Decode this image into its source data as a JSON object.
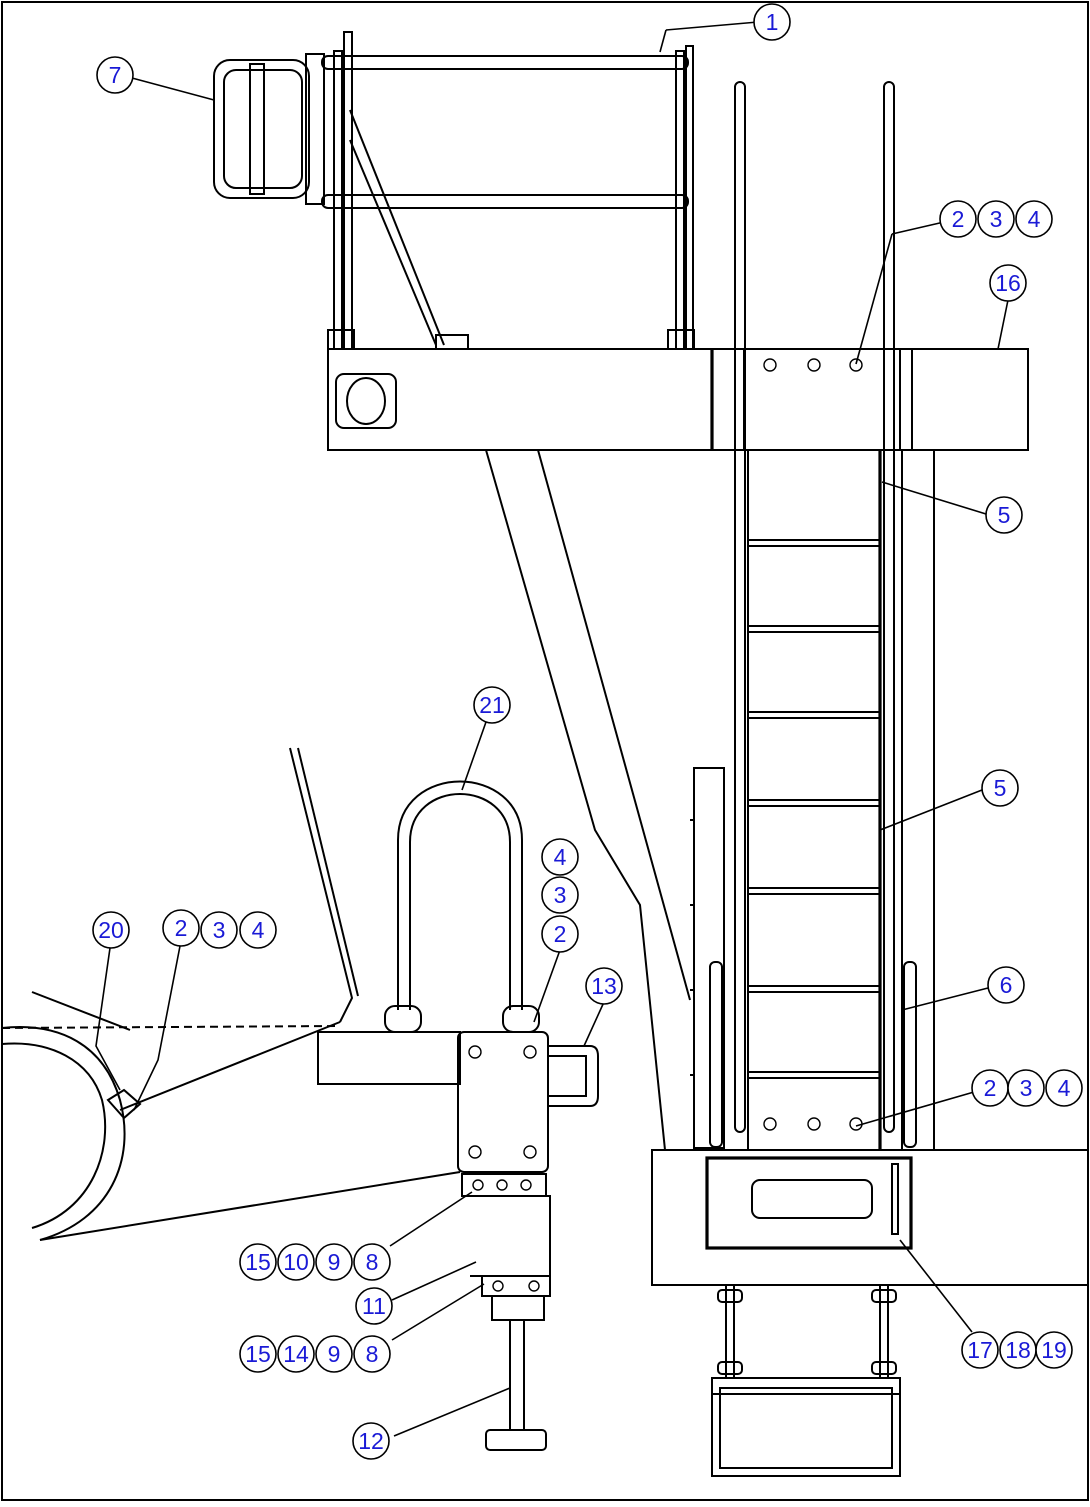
{
  "diagram": {
    "callouts": [
      "1",
      "2",
      "3",
      "4",
      "5",
      "6",
      "7",
      "8",
      "9",
      "10",
      "11",
      "12",
      "13",
      "14",
      "15",
      "16",
      "17",
      "18",
      "19",
      "20",
      "21"
    ]
  },
  "colors": {
    "callout_text": "#1a1ad6",
    "line": "#000000",
    "background": "#ffffff"
  }
}
